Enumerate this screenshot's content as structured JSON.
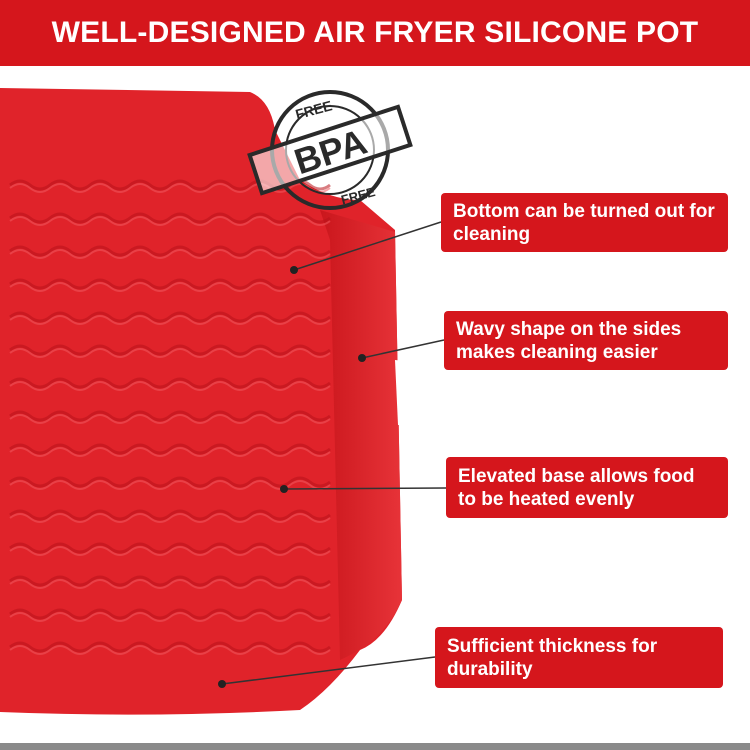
{
  "header": {
    "title": "WELL-DESIGNED AIR FRYER SILICONE POT"
  },
  "stamp": {
    "top": "FREE",
    "main": "BPA",
    "bottom": "FREE"
  },
  "callouts": [
    {
      "text": "Bottom can be turned out for cleaning"
    },
    {
      "text": "Wavy shape on the sides makes cleaning easier"
    },
    {
      "text": "Elevated base allows food to be heated evenly"
    },
    {
      "text": "Sufficient thickness for durability"
    }
  ],
  "colors": {
    "accent": "#d5161c",
    "pot": "#e0232a",
    "bottom_bar": "#8a8a8a"
  }
}
